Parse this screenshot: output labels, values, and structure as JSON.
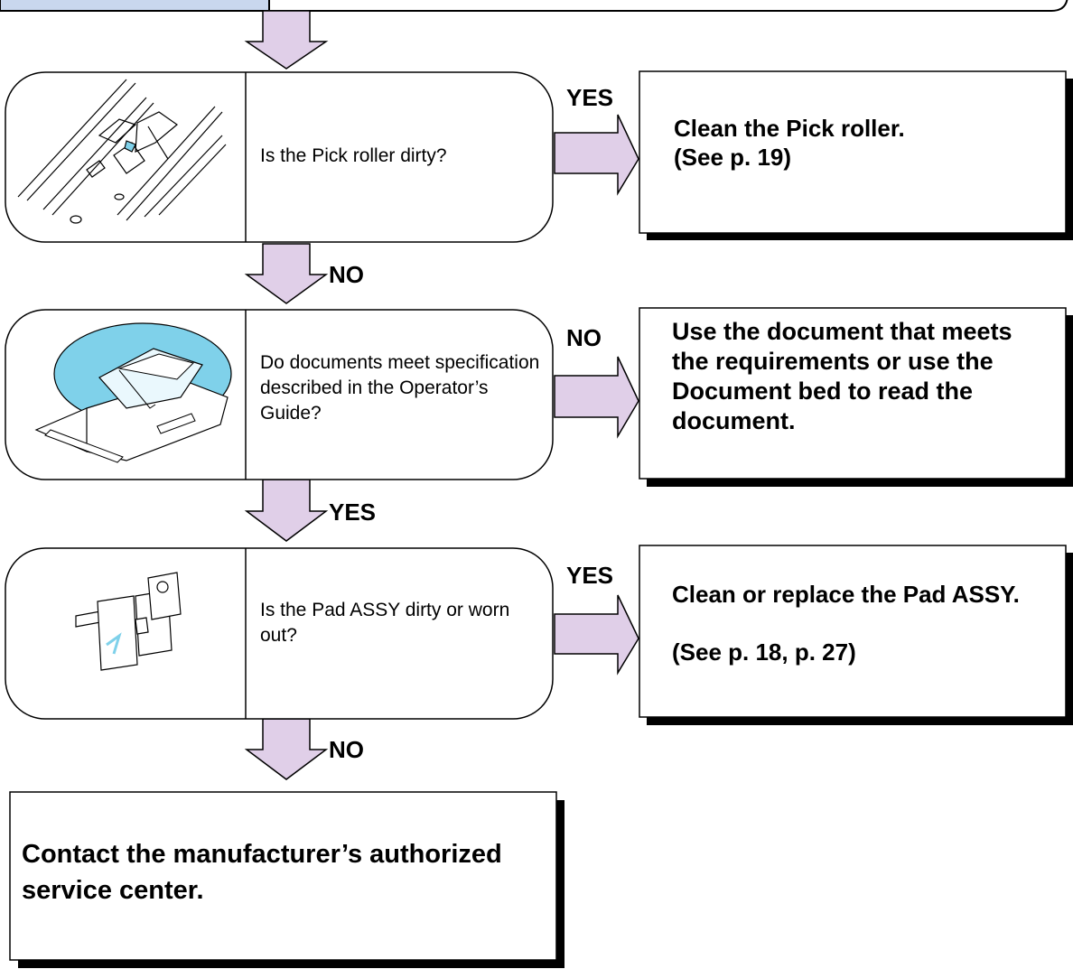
{
  "colors": {
    "arrow_fill": "#e0cfe8",
    "top_bar_fill": "#c9d7ee",
    "illustration_accent": "#7fd1ea",
    "stroke": "#000000"
  },
  "steps": [
    {
      "question": "Is the Pick roller dirty?",
      "answer_right": "YES",
      "action": [
        "Clean the Pick roller.",
        "(See p. 19)"
      ],
      "answer_down": "NO",
      "illustration_icon": "pick-roller-icon"
    },
    {
      "question": "Do documents meet specification described in the Operator’s Guide?",
      "answer_right": "NO",
      "action": [
        "Use the document that meets the requirements or use the Document bed to read the document."
      ],
      "answer_down": "YES",
      "illustration_icon": "scanner-icon"
    },
    {
      "question": "Is the Pad ASSY dirty or worn out?",
      "answer_right": "YES",
      "action": [
        "Clean or replace the Pad ASSY.",
        "(See p. 18, p. 27)"
      ],
      "answer_down": "NO",
      "illustration_icon": "pad-assy-icon"
    }
  ],
  "final_action": "Contact the manufacturer’s authorized service center."
}
